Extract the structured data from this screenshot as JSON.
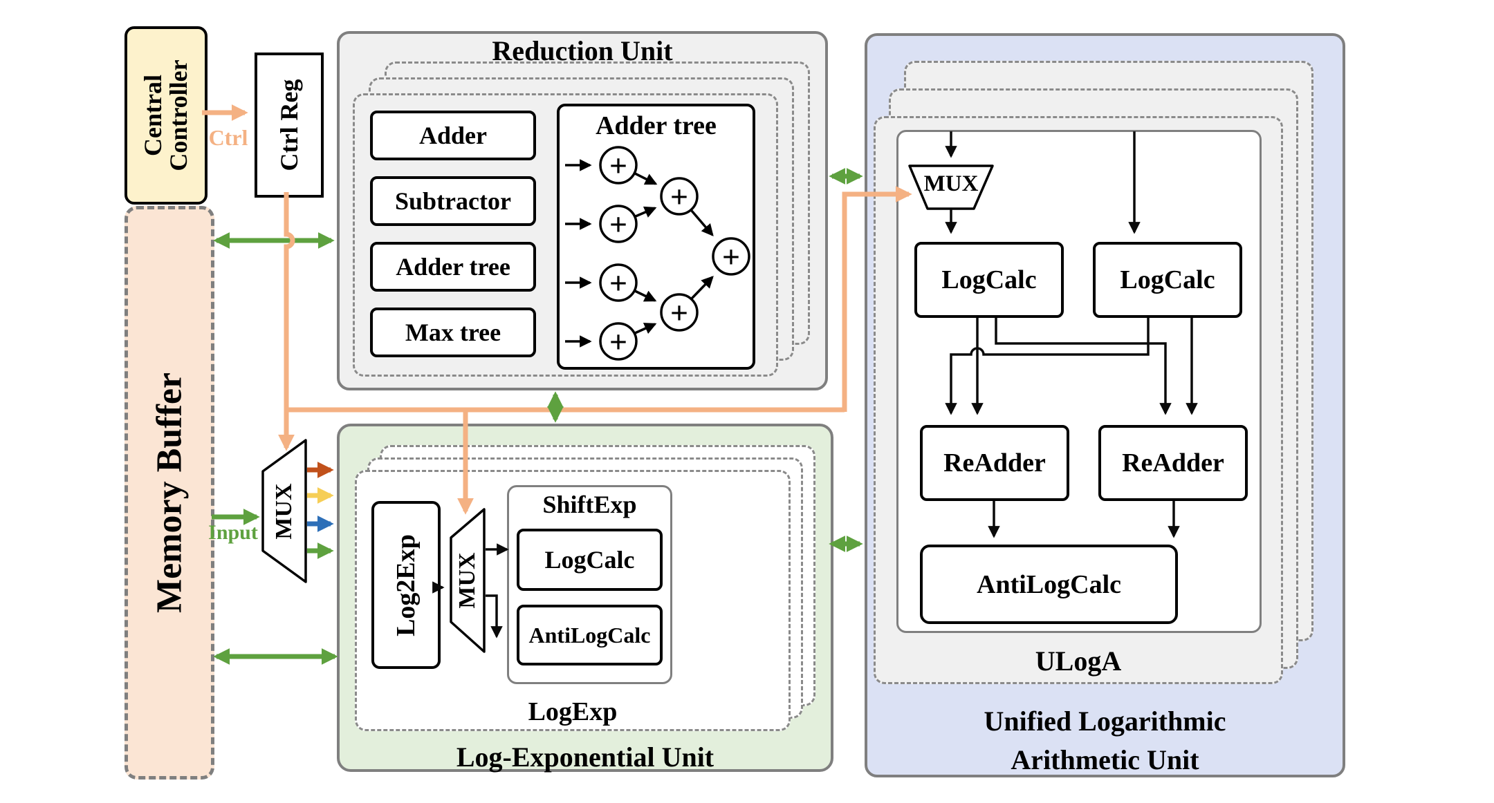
{
  "left_column": {
    "central_controller": "Central Controller",
    "ctrl_reg": "Ctrl Reg",
    "ctrl_label": "Ctrl",
    "memory_buffer": "Memory Buffer",
    "input_label": "Input",
    "mux_label": "MUX"
  },
  "reduction_unit": {
    "title": "Reduction Unit",
    "modules": [
      "Adder",
      "Subtractor",
      "Adder tree",
      "Max tree"
    ],
    "adder_tree": {
      "title": "Adder tree",
      "plus": "+"
    }
  },
  "log_exp_unit": {
    "title": "Log-Exponential Unit",
    "instance_label": "LogExp",
    "log2exp": "Log2Exp",
    "mux_label": "MUX",
    "shiftexp": {
      "title": "ShiftExp",
      "logcalc": "LogCalc",
      "antilogcalc": "AntiLogCalc"
    }
  },
  "uloga_unit": {
    "title_line1": "Unified Logarithmic",
    "title_line2": "Arithmetic Unit",
    "instance_label": "ULogA",
    "mux_label": "MUX",
    "logcalc_left": "LogCalc",
    "logcalc_right": "LogCalc",
    "readder_left": "ReAdder",
    "readder_right": "ReAdder",
    "antilogcalc": "AntiLogCalc"
  },
  "colors": {
    "central_controller_fill": "#FDF2CC",
    "memory_buffer_fill": "#FBE5D4",
    "gray_unit_fill": "#F0F0F0",
    "green_unit_fill": "#E3EFDC",
    "blue_unit_fill": "#DBE1F4",
    "ctrl_wire_orange": "#F4B183",
    "data_wire_green": "#5EA13F",
    "mux_out_red": "#C1511B",
    "mux_out_yellow": "#F6CE56",
    "mux_out_blue": "#2D6FB8",
    "unit_border_gray": "#7F7F7F"
  }
}
